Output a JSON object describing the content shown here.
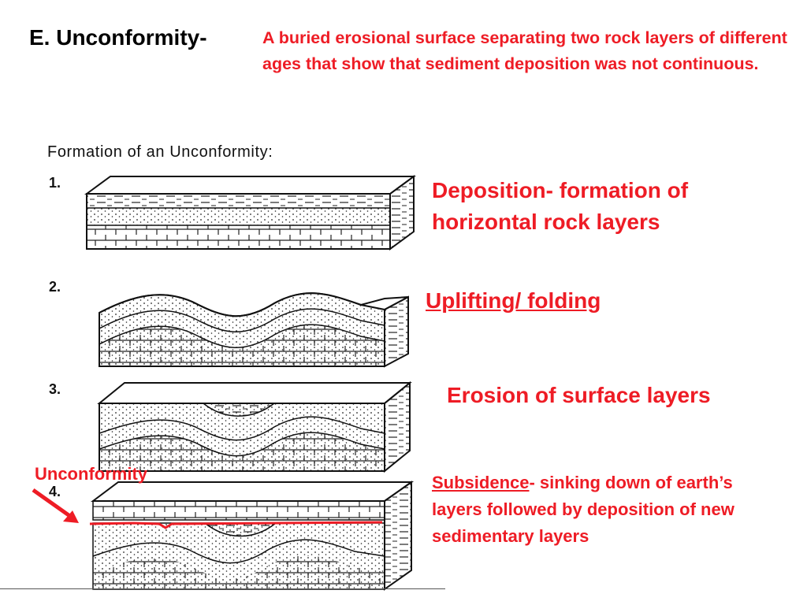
{
  "slide": {
    "title": "E. Unconformity-",
    "definition": "A buried erosional surface separating two rock layers of different ages that show that sediment deposition was not continuous."
  },
  "figure": {
    "title": "Formation of an Unconformity:",
    "steps": [
      {
        "number": "1."
      },
      {
        "number": "2."
      },
      {
        "number": "3."
      },
      {
        "number": "4."
      }
    ]
  },
  "captions": {
    "step1": "Deposition- formation of horizontal rock layers",
    "step2": "Uplifting/ folding",
    "step3": "Erosion of surface layers",
    "step4_term": "Subsidence",
    "step4_rest": "- sinking down of earth’s layers followed by deposition of new sedimentary layers"
  },
  "annotation": {
    "label": "Unconformity"
  },
  "colors": {
    "accent": "#ee1c25",
    "ink": "#111111"
  }
}
